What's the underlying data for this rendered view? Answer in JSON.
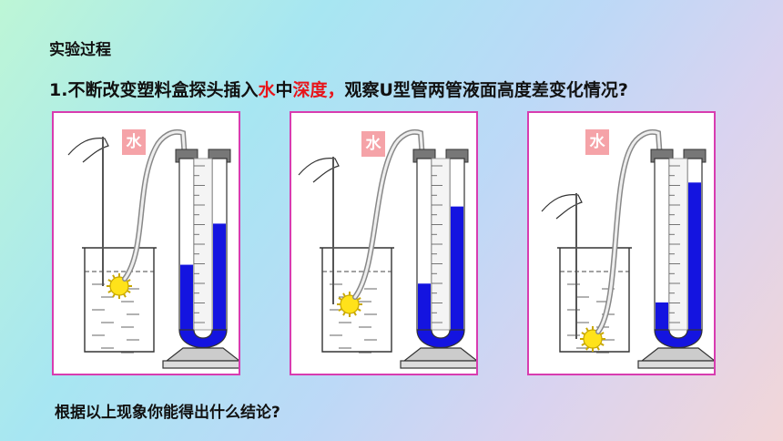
{
  "title": "实验过程",
  "question": {
    "prefix": "1.不断改变塑料盒探头插入",
    "water": "水",
    "middle": "中",
    "depth": "深度，",
    "suffix": "观察U型管两管液面高度差变化情况?"
  },
  "conclusion": "根据以上现象你能得出什么结论?",
  "panels": [
    {
      "label": "水",
      "probe_depth": "shallow",
      "left_column_water_level": 0.38,
      "right_column_water_level": 0.62
    },
    {
      "label": "水",
      "probe_depth": "medium",
      "left_column_water_level": 0.27,
      "right_column_water_level": 0.72
    },
    {
      "label": "水",
      "probe_depth": "deep",
      "left_column_water_level": 0.16,
      "right_column_water_level": 0.86
    }
  ],
  "colors": {
    "panel_border": "#d83cb0",
    "badge": "#f5a3a8",
    "water_highlight": "#e8141a",
    "manometer_liquid": "#1414e0"
  }
}
